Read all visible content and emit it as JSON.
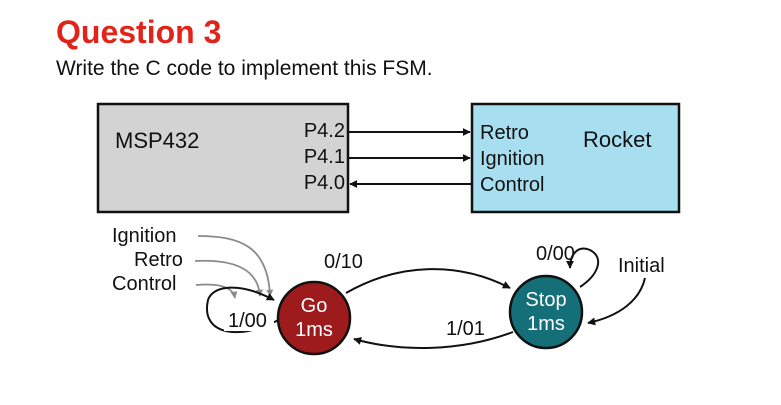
{
  "header": {
    "title": "Question 3",
    "subtitle": "Write the C code to implement this FSM."
  },
  "blocks": {
    "mcu": {
      "name": "MSP432",
      "ports": [
        "P4.2",
        "P4.1",
        "P4.0"
      ],
      "color": "#d3d3d3"
    },
    "rocket": {
      "name": "Rocket",
      "signals": [
        "Retro",
        "Ignition",
        "Control"
      ],
      "color": "#a8dff0"
    }
  },
  "fsm": {
    "inputs_legend": [
      "Ignition",
      "Retro",
      "Control"
    ],
    "states": {
      "go": {
        "name": "Go",
        "time": "1ms",
        "color": "#9e1b1d"
      },
      "stop": {
        "name": "Stop",
        "time": "1ms",
        "color": "#146f78"
      }
    },
    "transitions": {
      "go_to_stop": "0/10",
      "go_self": "1/00",
      "stop_to_go": "1/01",
      "stop_self": "0/00"
    },
    "initial_label": "Initial"
  }
}
